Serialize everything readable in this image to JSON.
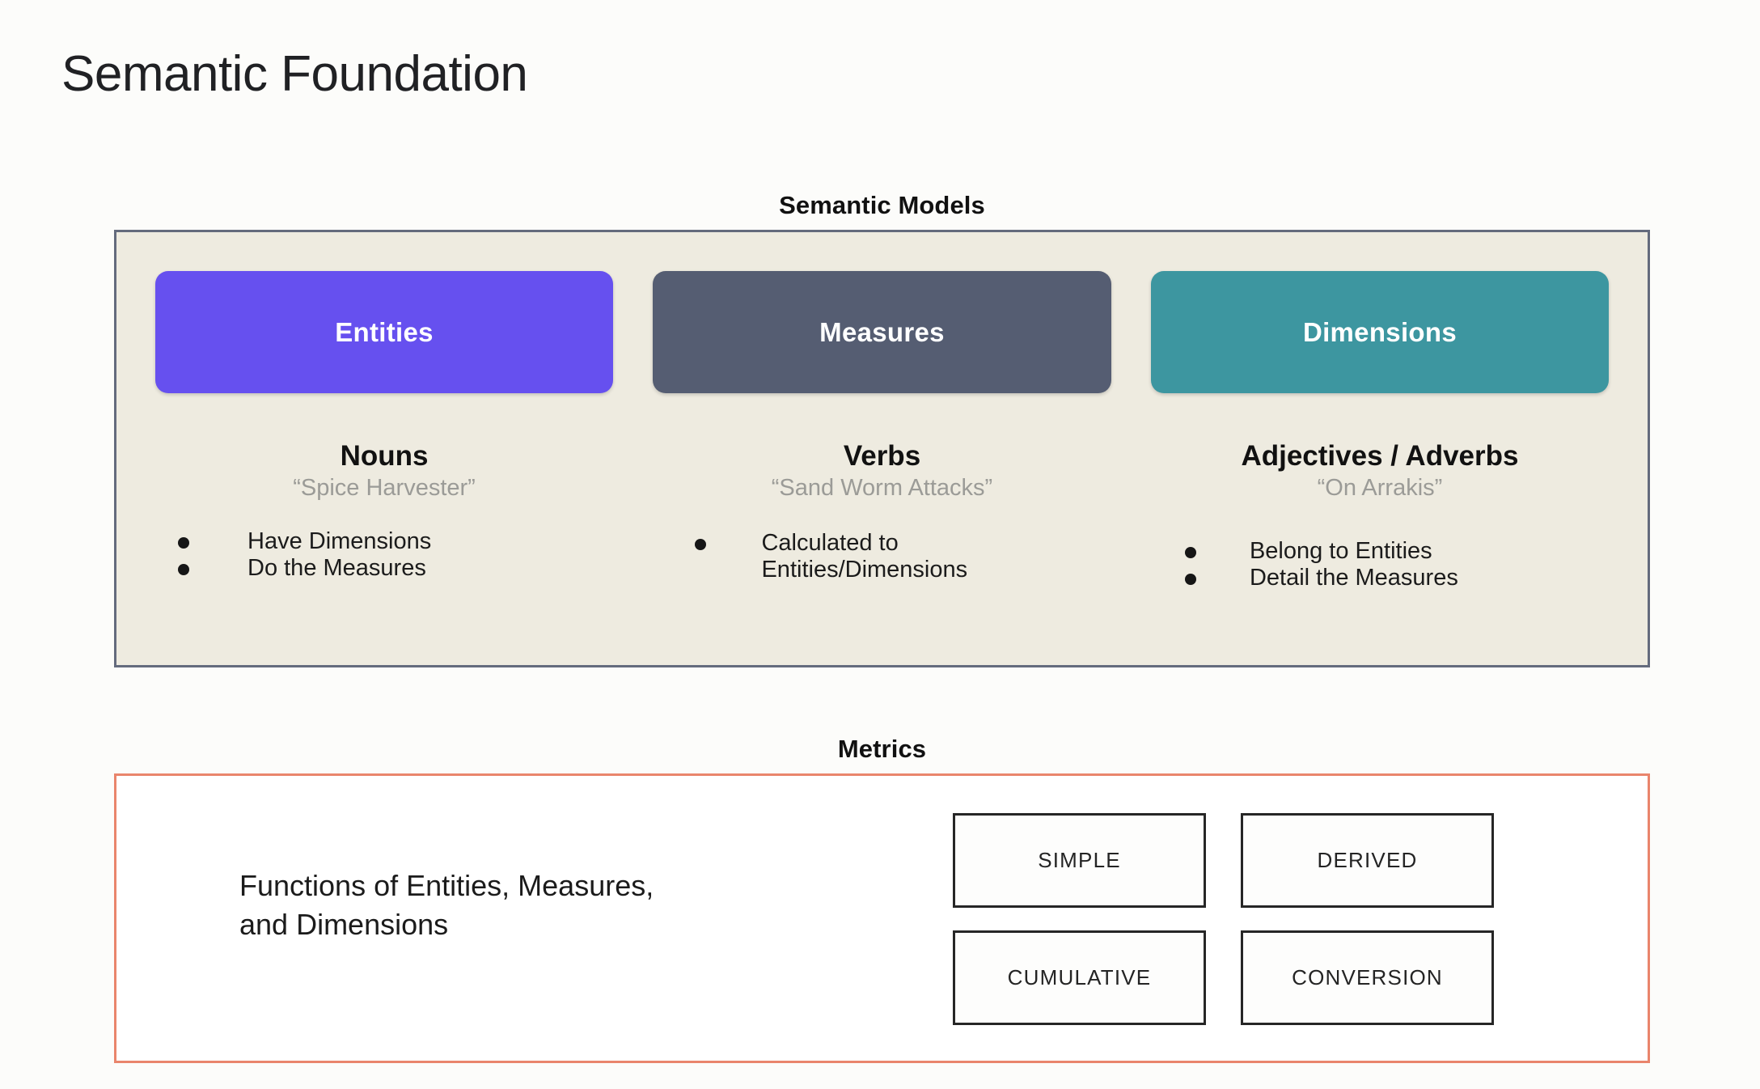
{
  "page": {
    "title": "Semantic Foundation",
    "background_color": "#fcfcfa"
  },
  "semantic_models": {
    "heading": "Semantic Models",
    "panel_background": "#eeebe0",
    "panel_border_color": "#646b7d",
    "columns": [
      {
        "chip_label": "Entities",
        "chip_color": "#6650ef",
        "part_of_speech": "Nouns",
        "example": "“Spice Harvester”",
        "bullets": [
          "Have Dimensions",
          "Do the Measures"
        ]
      },
      {
        "chip_label": "Measures",
        "chip_color": "#555d72",
        "part_of_speech": "Verbs",
        "example": "“Sand Worm Attacks”",
        "bullets": [
          "Calculated to\nEntities/Dimensions"
        ]
      },
      {
        "chip_label": "Dimensions",
        "chip_color": "#3d96a0",
        "part_of_speech": "Adjectives / Adverbs",
        "example": "“On Arrakis”",
        "bullets": [
          "Belong to Entities",
          "Detail the Measures"
        ]
      }
    ]
  },
  "metrics": {
    "heading": "Metrics",
    "panel_border_color": "#e9856c",
    "description": "Functions of Entities, Measures,\nand Dimensions",
    "cards": [
      "SIMPLE",
      "DERIVED",
      "CUMULATIVE",
      "CONVERSION"
    ]
  }
}
